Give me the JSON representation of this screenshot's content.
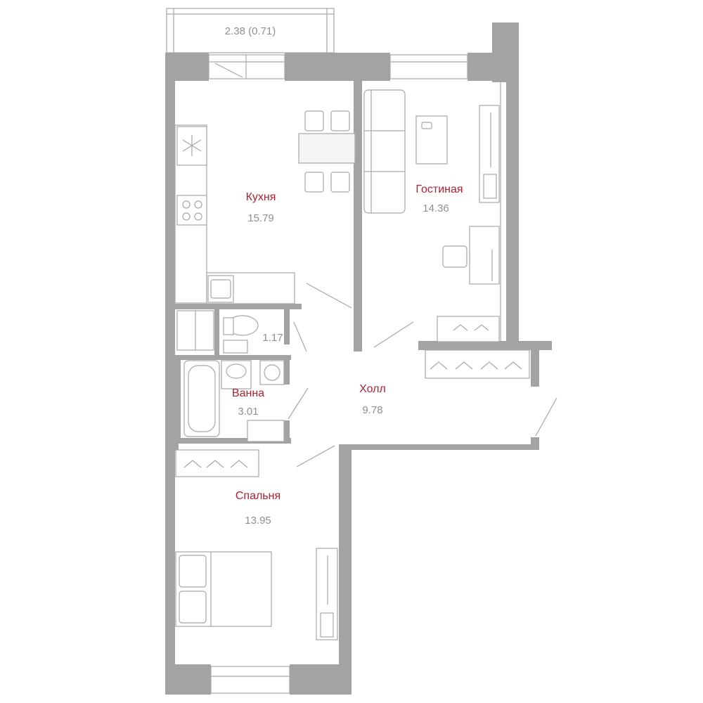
{
  "plan": {
    "balcony": {
      "area": "2.38 (0.71)"
    },
    "rooms": [
      {
        "id": "kitchen",
        "name": "Кухня",
        "area": "15.79"
      },
      {
        "id": "living",
        "name": "Гостиная",
        "area": "14.36"
      },
      {
        "id": "wc",
        "name": "",
        "area": "1.17"
      },
      {
        "id": "bath",
        "name": "Ванна",
        "area": "3.01"
      },
      {
        "id": "hall",
        "name": "Холл",
        "area": "9.78"
      },
      {
        "id": "bedroom",
        "name": "Спальня",
        "area": "13.95"
      }
    ],
    "colors": {
      "wall": "#a3a3a5",
      "room_name": "#b5202e",
      "area_text": "#8f8f8f",
      "line": "#a7a7a7"
    }
  }
}
